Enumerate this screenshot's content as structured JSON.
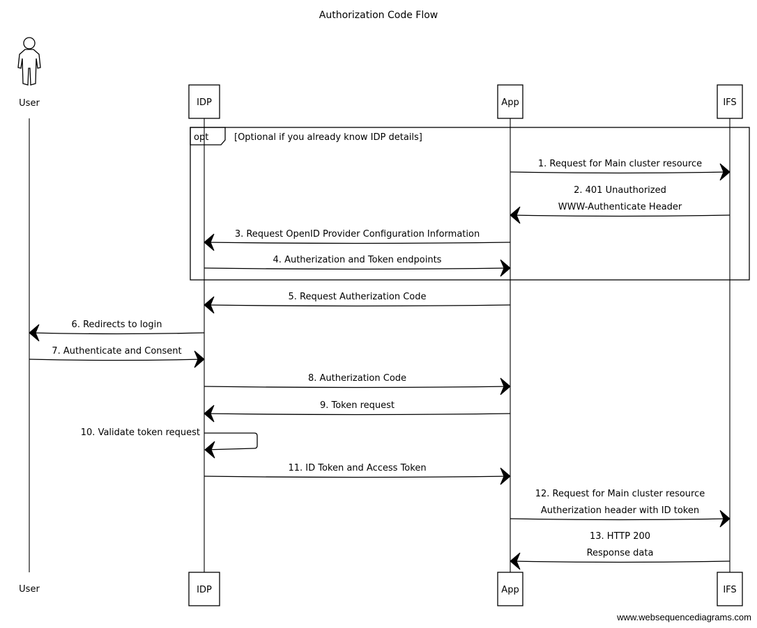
{
  "title": "Authorization Code Flow",
  "watermark": "www.websequencediagrams.com",
  "participants": [
    {
      "id": "user",
      "label": "User",
      "kind": "actor"
    },
    {
      "id": "idp",
      "label": "IDP",
      "kind": "box"
    },
    {
      "id": "app",
      "label": "App",
      "kind": "box"
    },
    {
      "id": "ifs",
      "label": "IFS",
      "kind": "box"
    }
  ],
  "opt_fragment": {
    "tag": "opt",
    "condition": "[Optional if you already know IDP details]"
  },
  "messages": [
    {
      "from": "app",
      "to": "ifs",
      "lines": [
        "1. Request for Main cluster resource"
      ]
    },
    {
      "from": "ifs",
      "to": "app",
      "lines": [
        "2. 401 Unauthorized",
        "WWW-Authenticate Header"
      ]
    },
    {
      "from": "app",
      "to": "idp",
      "lines": [
        "3. Request OpenID Provider Configuration Information"
      ]
    },
    {
      "from": "idp",
      "to": "app",
      "lines": [
        "4. Autherization and Token endpoints"
      ]
    },
    {
      "from": "app",
      "to": "idp",
      "lines": [
        "5. Request Autherization Code"
      ]
    },
    {
      "from": "idp",
      "to": "user",
      "lines": [
        "6. Redirects to login"
      ]
    },
    {
      "from": "user",
      "to": "idp",
      "lines": [
        "7. Authenticate and Consent"
      ]
    },
    {
      "from": "idp",
      "to": "app",
      "lines": [
        "8. Autherization Code"
      ]
    },
    {
      "from": "app",
      "to": "idp",
      "lines": [
        "9. Token request"
      ]
    },
    {
      "from": "idp",
      "to": "idp",
      "lines": [
        "10. Validate token request"
      ]
    },
    {
      "from": "idp",
      "to": "app",
      "lines": [
        "11. ID Token and Access Token"
      ]
    },
    {
      "from": "app",
      "to": "ifs",
      "lines": [
        "12. Request for Main cluster resource",
        "Autherization header with ID token"
      ]
    },
    {
      "from": "ifs",
      "to": "app",
      "lines": [
        "13. HTTP 200",
        "Response data"
      ]
    }
  ]
}
